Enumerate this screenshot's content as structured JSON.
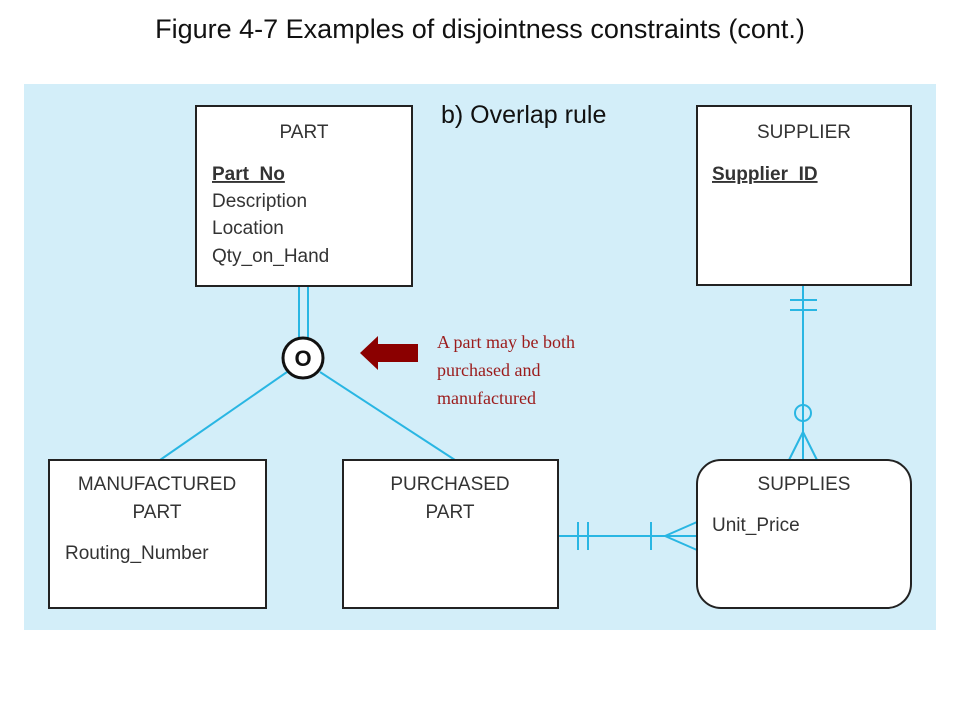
{
  "figure_title": "Figure 4-7 Examples of disjointness constraints (cont.)",
  "subtitle": "b) Overlap rule",
  "entities": {
    "part": {
      "name": "PART",
      "pk": "Part_No",
      "attributes": [
        "Description",
        "Location",
        "Qty_on_Hand"
      ]
    },
    "supplier": {
      "name": "SUPPLIER",
      "pk": "Supplier_ID"
    },
    "manufactured_part": {
      "name_line1": "MANUFACTURED",
      "name_line2": "PART",
      "attributes": [
        "Routing_Number"
      ]
    },
    "purchased_part": {
      "name_line1": "PURCHASED",
      "name_line2": "PART"
    },
    "supplies": {
      "name": "SUPPLIES",
      "attributes": [
        "Unit_Price"
      ]
    }
  },
  "constraint_symbol": "O",
  "annotation": {
    "lines": [
      "A part may be both",
      "purchased and",
      "manufactured"
    ]
  },
  "colors": {
    "background": "#d3eef9",
    "relationship_line": "#29b6e3",
    "arrow": "#8b0000",
    "annotation_text": "#9b1b1b"
  }
}
